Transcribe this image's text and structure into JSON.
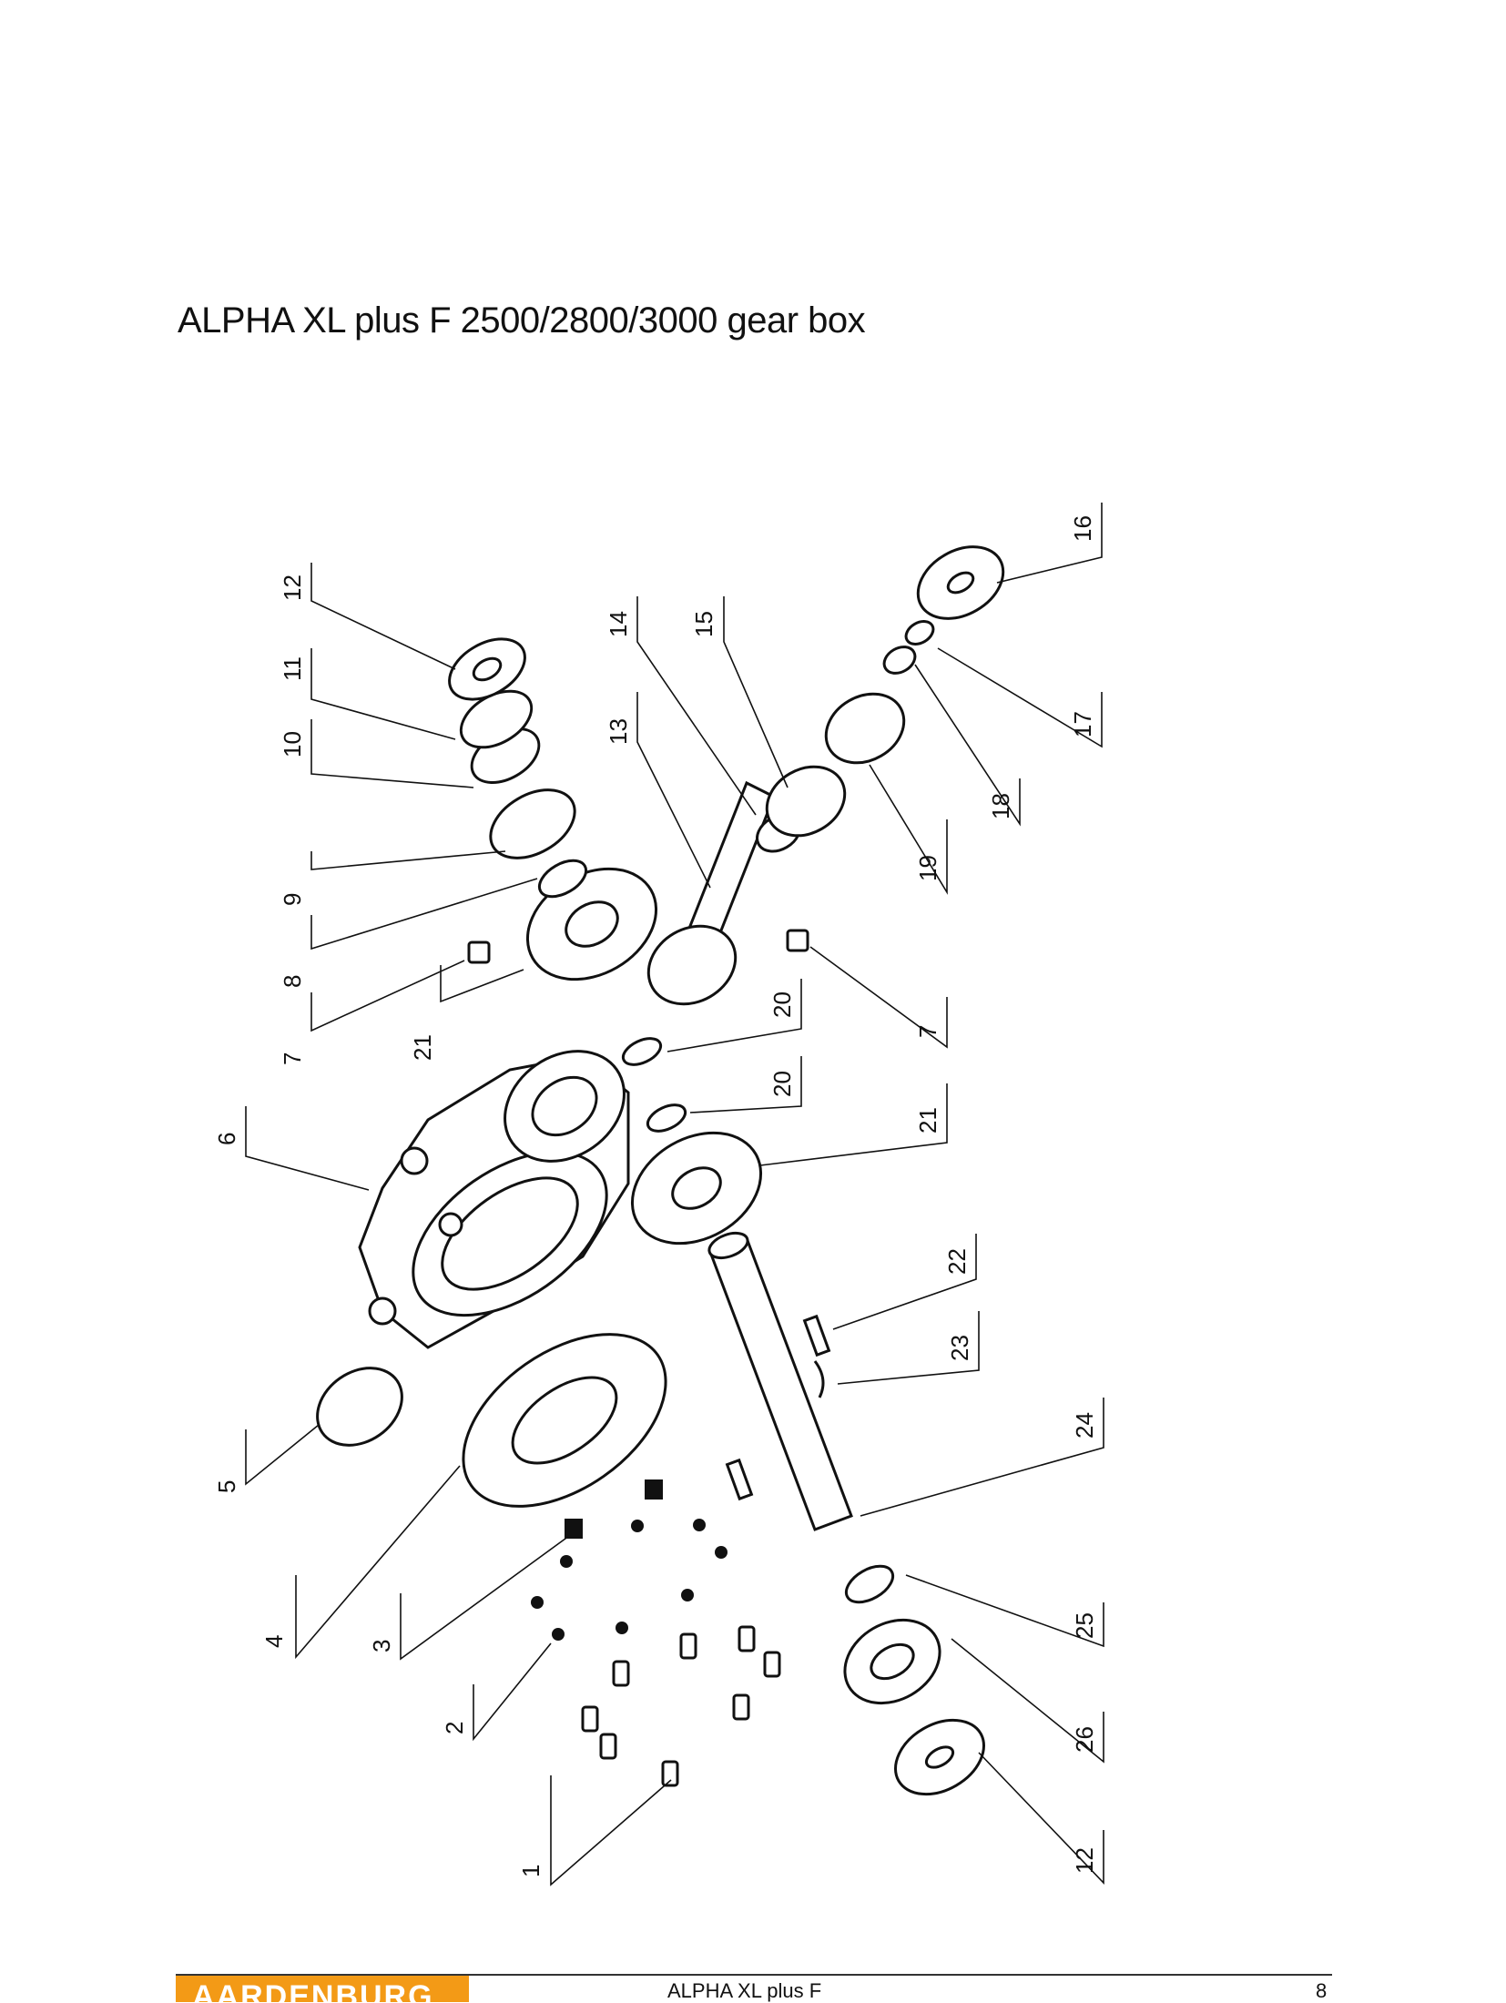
{
  "page": {
    "title": "ALPHA XL plus F 2500/2800/3000 gear box"
  },
  "diagram": {
    "callouts": [
      "1",
      "2",
      "3",
      "4",
      "5",
      "6",
      "7",
      "8",
      "9",
      "10",
      "11",
      "12",
      "13",
      "14",
      "15",
      "16",
      "17",
      "18",
      "19",
      "20",
      "20",
      "21",
      "21",
      "22",
      "23",
      "24",
      "25",
      "26",
      "12",
      "7"
    ]
  },
  "footer": {
    "brand": "AARDENBURG",
    "doc_title": "ALPHA XL plus F",
    "page_number": "8",
    "brand_color": "#f39a16"
  }
}
